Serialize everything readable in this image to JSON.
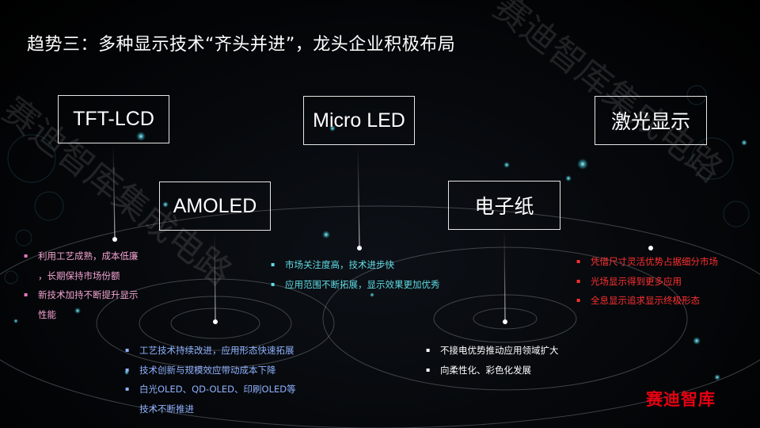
{
  "title": "趋势三：多种显示技术“齐头并进”，龙头企业积极布局",
  "technologies": {
    "tft": {
      "label": "TFT-LCD",
      "bullets": [
        "利用工艺成熟，成本低廉",
        "，长期保持市场份额",
        "新技术加持不断提升显示",
        "性能"
      ]
    },
    "amoled": {
      "label": "AMOLED",
      "bullets": [
        "工艺技术持续改进，应用形态快速拓展",
        "技术创新与规模效应带动成本下降",
        "白光OLED、QD-OLED、印刷OLED等",
        "技术不断推进"
      ]
    },
    "microled": {
      "label": "Micro LED",
      "bullets": [
        "市场关注度高，技术进步快",
        "应用范围不断拓展，显示效果更加优秀"
      ]
    },
    "epaper": {
      "label": "电子纸",
      "bullets": [
        "不接电优势推动应用领域扩大",
        "向柔性化、彩色化发展"
      ]
    },
    "laser": {
      "label": "激光显示",
      "bullets": [
        "凭借尺寸灵活优势占据细分市场",
        "光场显示得到更多应用",
        "全息显示追求显示终极形态"
      ]
    }
  },
  "logo": {
    "text": "赛迪智库"
  },
  "watermark": {
    "text": "赛迪智库集成电路"
  },
  "colors": {
    "pink": "#f3a3d2",
    "cyan": "#5fdde6",
    "red": "#ff3030",
    "blue": "#8fb2ff",
    "logo": "#e60012"
  }
}
